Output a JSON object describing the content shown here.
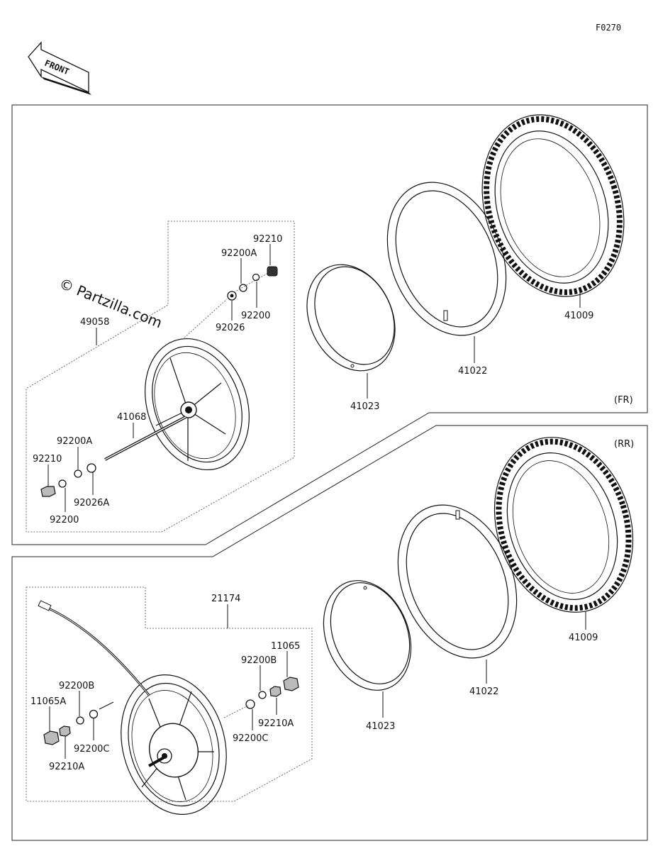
{
  "figure_code": "F0270",
  "front_arrow_label": "FRONT",
  "watermark": "© Partzilla.com",
  "sections": {
    "front": {
      "tag": "(FR)",
      "assembly_part": "49058",
      "parts": {
        "axle": "41068",
        "collar_left": "92026A",
        "collar_right": "92026",
        "washer_a_left": "92200A",
        "washer_a_right": "92200A",
        "washer_left": "92200",
        "washer_right": "92200",
        "nut_left": "92210",
        "nut_right": "92210",
        "band": "41023",
        "tube": "41022",
        "tire": "41009"
      }
    },
    "rear": {
      "tag": "(RR)",
      "assembly_part": "21174",
      "parts": {
        "nut_left": "11065A",
        "nut_right": "11065",
        "washer_b_left": "92200B",
        "washer_b_right": "92200B",
        "washer_c_left": "92200C",
        "washer_c_right": "92200C",
        "nut_a_left": "92210A",
        "nut_a_right": "92210A",
        "band": "41023",
        "tube": "41022",
        "tire": "41009"
      }
    }
  }
}
